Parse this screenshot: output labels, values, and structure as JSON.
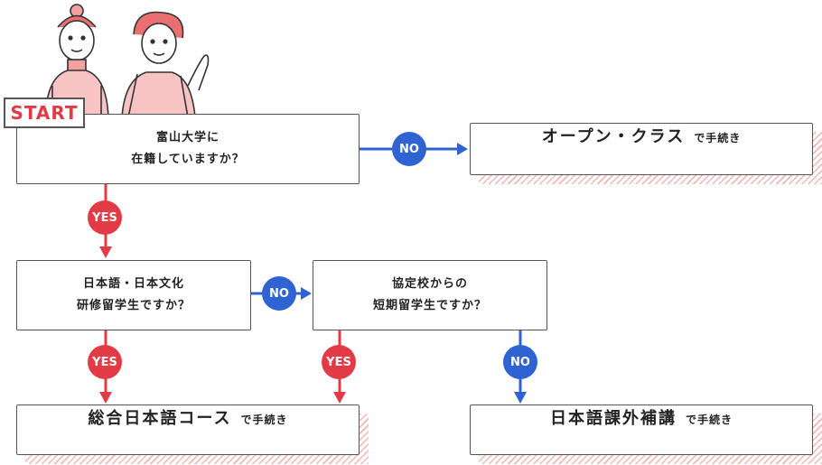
{
  "start_label": "START",
  "q1": {
    "line1": "富山大学に",
    "line2": "在籍していますか？"
  },
  "q2": {
    "line1": "日本語・日本文化",
    "line2": "研修留学生ですか？"
  },
  "q3": {
    "line1": "協定校からの",
    "line2": "短期留学生ですか？"
  },
  "results": {
    "open_class": {
      "name": "オープン・クラス",
      "suffix": "で手続き"
    },
    "general_course": {
      "name": "総合日本語コース",
      "suffix": "で手続き"
    },
    "extra_course": {
      "name": "日本語課外補講",
      "suffix": "で手続き"
    }
  },
  "badges": {
    "yes": "YES",
    "no": "NO"
  },
  "colors": {
    "yes": "#e23b45",
    "no": "#2f63d1",
    "hatch": "#f3b6b6",
    "border": "#555555"
  }
}
